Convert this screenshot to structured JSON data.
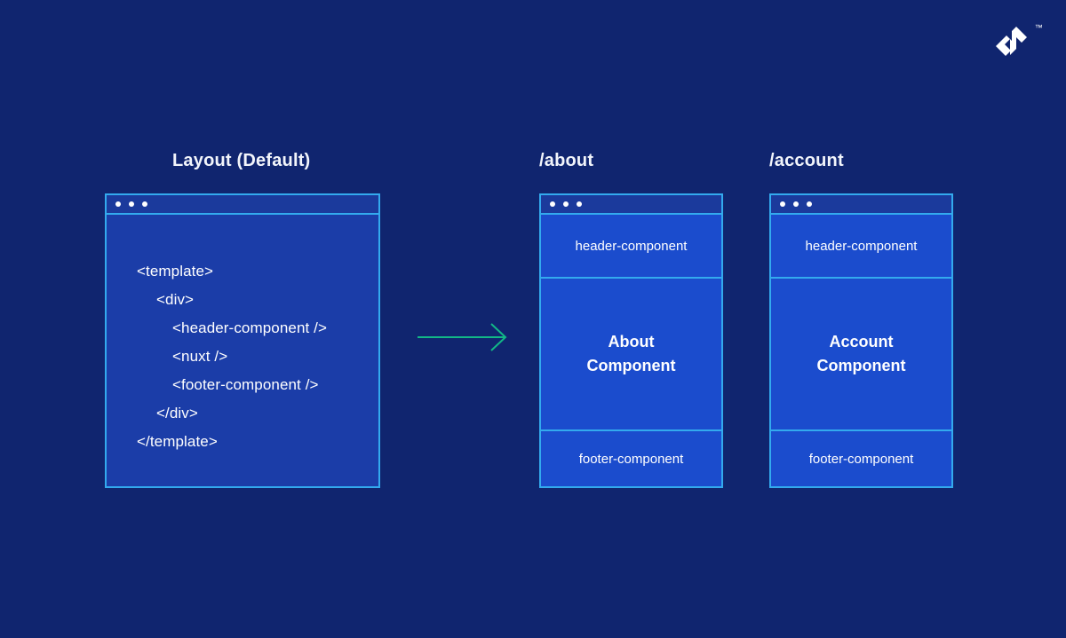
{
  "background_color": "#10256f",
  "brand": {
    "logo_name": "toptal-logo",
    "trademark": "™",
    "logo_color": "#ffffff"
  },
  "colors": {
    "background": "#10256f",
    "panel_border": "#33aaee",
    "panel_body": "#1b3da8",
    "section_fill": "#1b4ccd",
    "titlebar": "#1b3a9c",
    "arrow": "#12b886",
    "text": "#ffffff"
  },
  "panels": [
    {
      "id": "layout",
      "title": "Layout (Default)",
      "window_dots": 3,
      "kind": "code",
      "code_lines": [
        {
          "text": "<template>",
          "indent": 0
        },
        {
          "text": "<div>",
          "indent": 1
        },
        {
          "text": "<header-component />",
          "indent": 2
        },
        {
          "text": "<nuxt />",
          "indent": 2
        },
        {
          "text": "<footer-component />",
          "indent": 2
        },
        {
          "text": "</div>",
          "indent": 1
        },
        {
          "text": "</template>",
          "indent": 0
        }
      ]
    },
    {
      "id": "about",
      "title": "/about",
      "window_dots": 3,
      "kind": "page",
      "sections": {
        "header": "header-component",
        "main_line1": "About",
        "main_line2": "Component",
        "footer": "footer-component"
      }
    },
    {
      "id": "account",
      "title": "/account",
      "window_dots": 3,
      "kind": "page",
      "sections": {
        "header": "header-component",
        "main_line1": "Account",
        "main_line2": "Component",
        "footer": "footer-component"
      }
    }
  ],
  "arrow": {
    "name": "flow-arrow-right",
    "direction": "right",
    "color": "#12b886"
  }
}
